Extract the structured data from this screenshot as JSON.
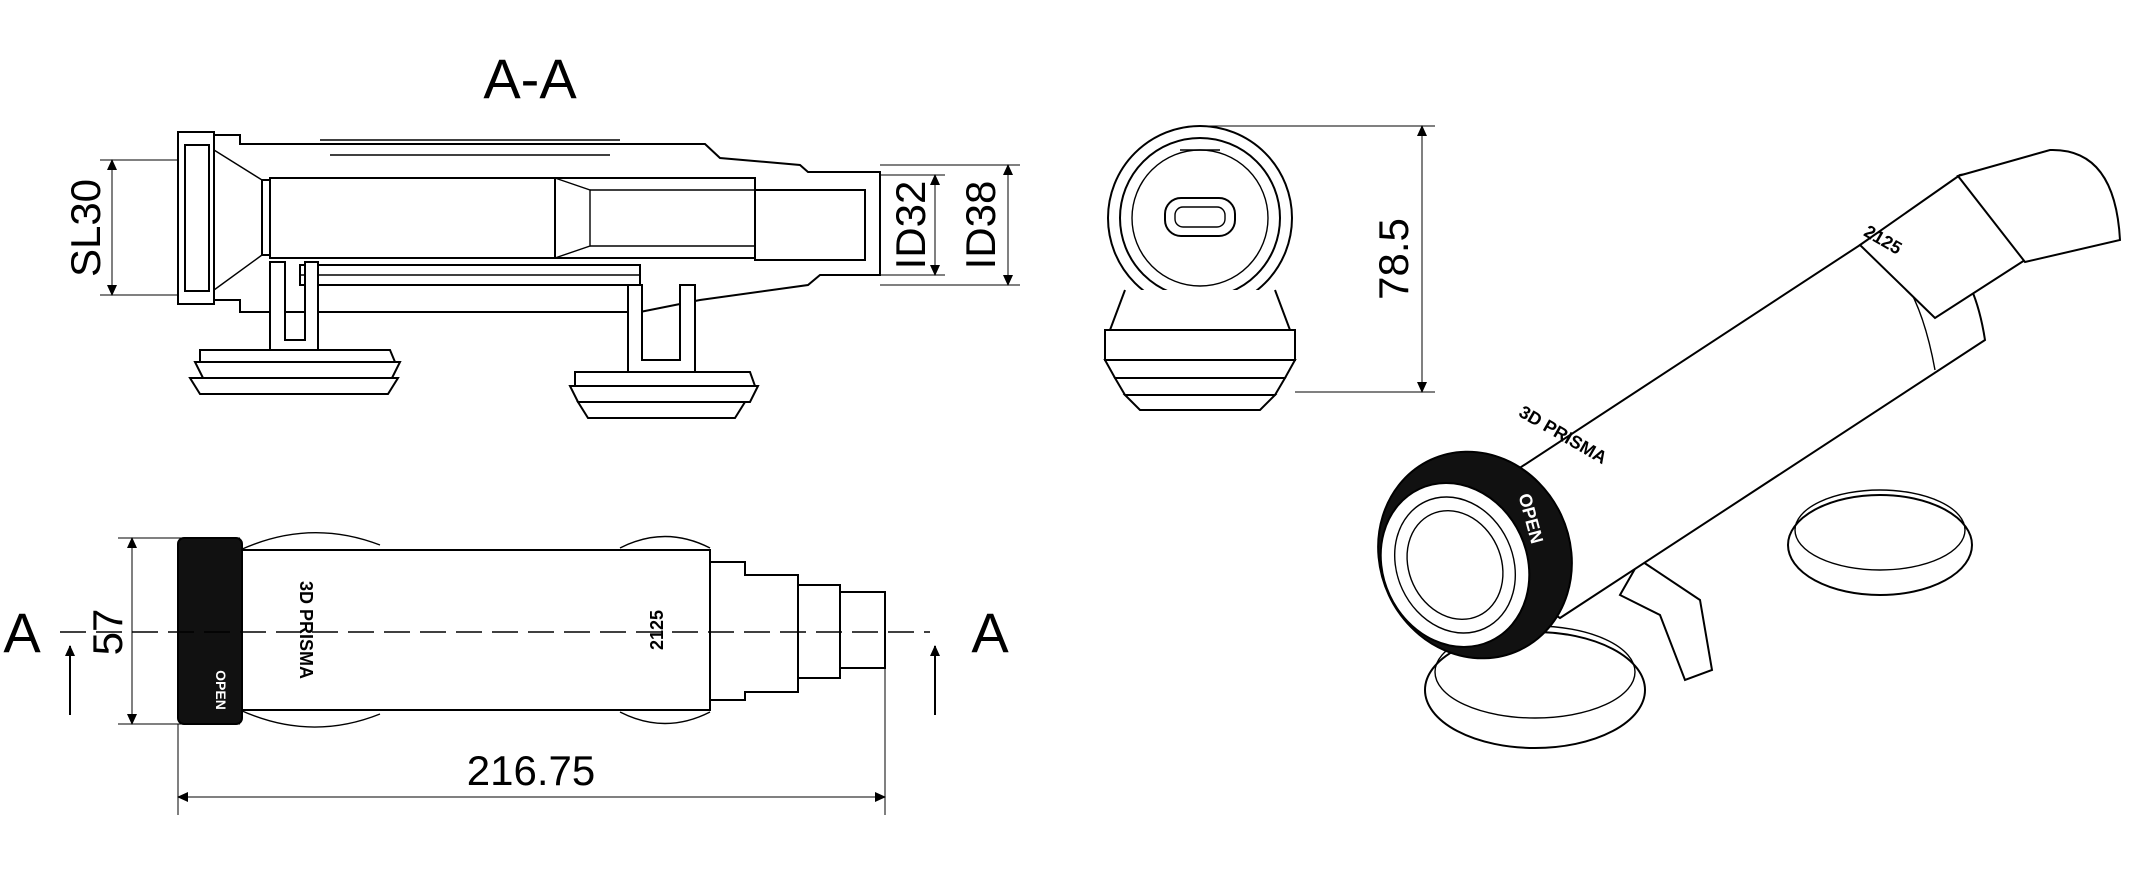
{
  "section_title": "A-A",
  "section_marker_left": "A",
  "section_marker_right": "A",
  "dimensions": {
    "sl30": "SL30",
    "id32": "ID32",
    "id38": "ID38",
    "height": "78.5",
    "width": "57",
    "length": "216.75"
  },
  "markings": {
    "brand": "3D PRISMA",
    "model": "2125",
    "open": "OPEN"
  }
}
